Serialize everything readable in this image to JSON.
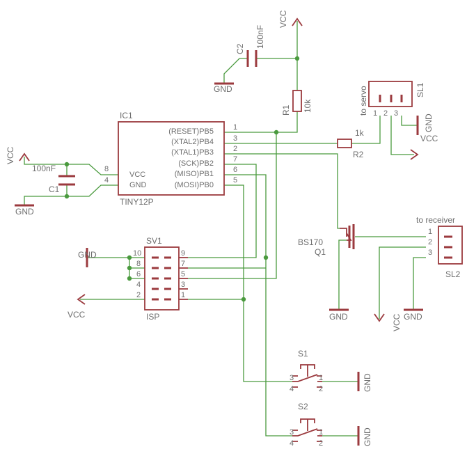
{
  "schematic": {
    "ic1": {
      "name": "IC1",
      "value": "TINY12P",
      "pins_left": [
        {
          "num": "8",
          "label": "VCC"
        },
        {
          "num": "4",
          "label": "GND"
        }
      ],
      "pins_right": [
        {
          "num": "1",
          "label": "(RESET)PB5"
        },
        {
          "num": "3",
          "label": "(XTAL2)PB4"
        },
        {
          "num": "2",
          "label": "(XTAL1)PB3"
        },
        {
          "num": "7",
          "label": "(SCK)PB2"
        },
        {
          "num": "6",
          "label": "(MISO)PB1"
        },
        {
          "num": "5",
          "label": "(MOSI)PB0"
        }
      ]
    },
    "c1": {
      "name": "C1",
      "value": "100nF"
    },
    "c2": {
      "name": "C2",
      "value": "100nF"
    },
    "r1": {
      "name": "R1",
      "value": "10k"
    },
    "r2": {
      "name": "R2",
      "value": "1k"
    },
    "q1": {
      "name": "Q1",
      "value": "BS170"
    },
    "sl1": {
      "name": "SL1",
      "label": "to servo",
      "pins": [
        "1",
        "2",
        "3"
      ]
    },
    "sl2": {
      "name": "SL2",
      "label": "to receiver",
      "pins": [
        "1",
        "2",
        "3"
      ]
    },
    "sv1": {
      "name": "SV1",
      "value": "ISP",
      "pins_left": [
        "10",
        "8",
        "6",
        "4",
        "2"
      ],
      "pins_right": [
        "9",
        "7",
        "5",
        "3",
        "1"
      ]
    },
    "s1": {
      "name": "S1",
      "pins": [
        "3",
        "4",
        "1",
        "2"
      ]
    },
    "s2": {
      "name": "S2",
      "pins": [
        "3",
        "4",
        "1",
        "2"
      ]
    },
    "supplies": {
      "vcc": "VCC",
      "gnd": "GND"
    }
  }
}
